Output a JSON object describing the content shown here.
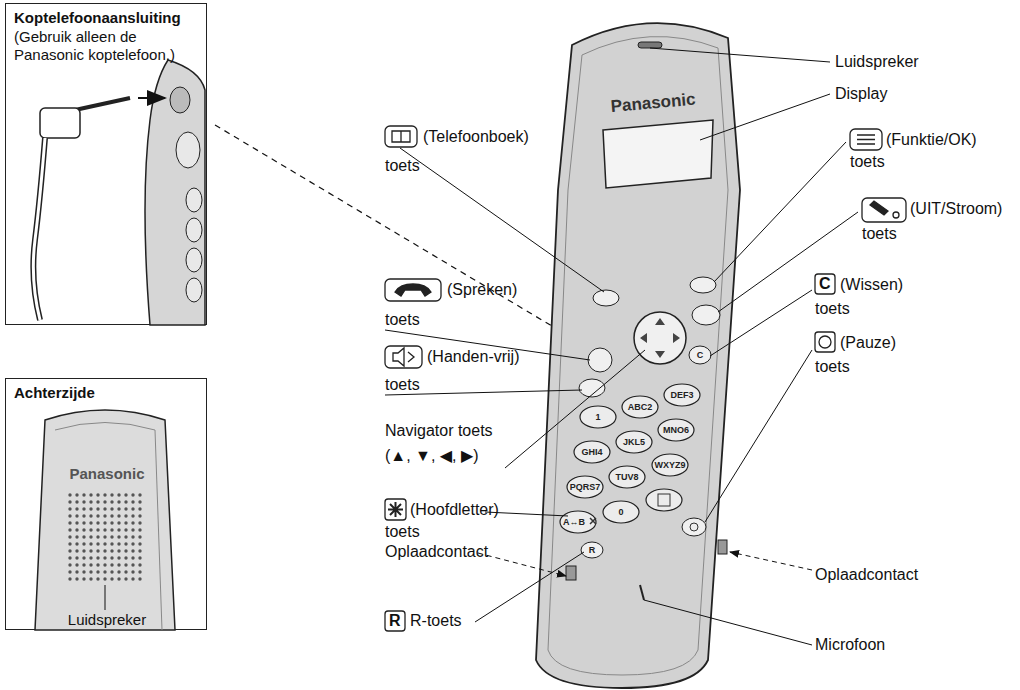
{
  "diagram": {
    "nodes": [
      {
        "text": [
          "Koptelefoonaansluiting",
          "(Gebruik alleen de Panasonic koptelefoon.)"
        ]
      },
      {
        "text": [
          "Achterzijde",
          "Panasonic",
          "Luidspreker"
        ]
      }
    ],
    "labels": [
      "Luidspreker",
      "Display",
      "(Funktie/OK)",
      "toets",
      "(UIT/Stroom)",
      "toets",
      "(Wissen)",
      "toets",
      "(Pauze)",
      "toets",
      "Oplaadcontact",
      "Microfoon",
      "(Telefoonboek)",
      "toets",
      "(Spreken)",
      "toets",
      "(Handen-vrij)",
      "toets",
      "Navigator toets",
      "(▲, ▼, ◀, ▶)",
      "(Hoofdletter)",
      "toets",
      "Oplaadcontact",
      "R-toets",
      "C",
      "R",
      "Panasonic",
      "1",
      "ABC2",
      "DEF3",
      "GHI4",
      "JKL5",
      "MNO6",
      "PQRS7",
      "TUV8",
      "WXYZ9",
      "A↔B",
      "0",
      "C",
      "R"
    ]
  }
}
